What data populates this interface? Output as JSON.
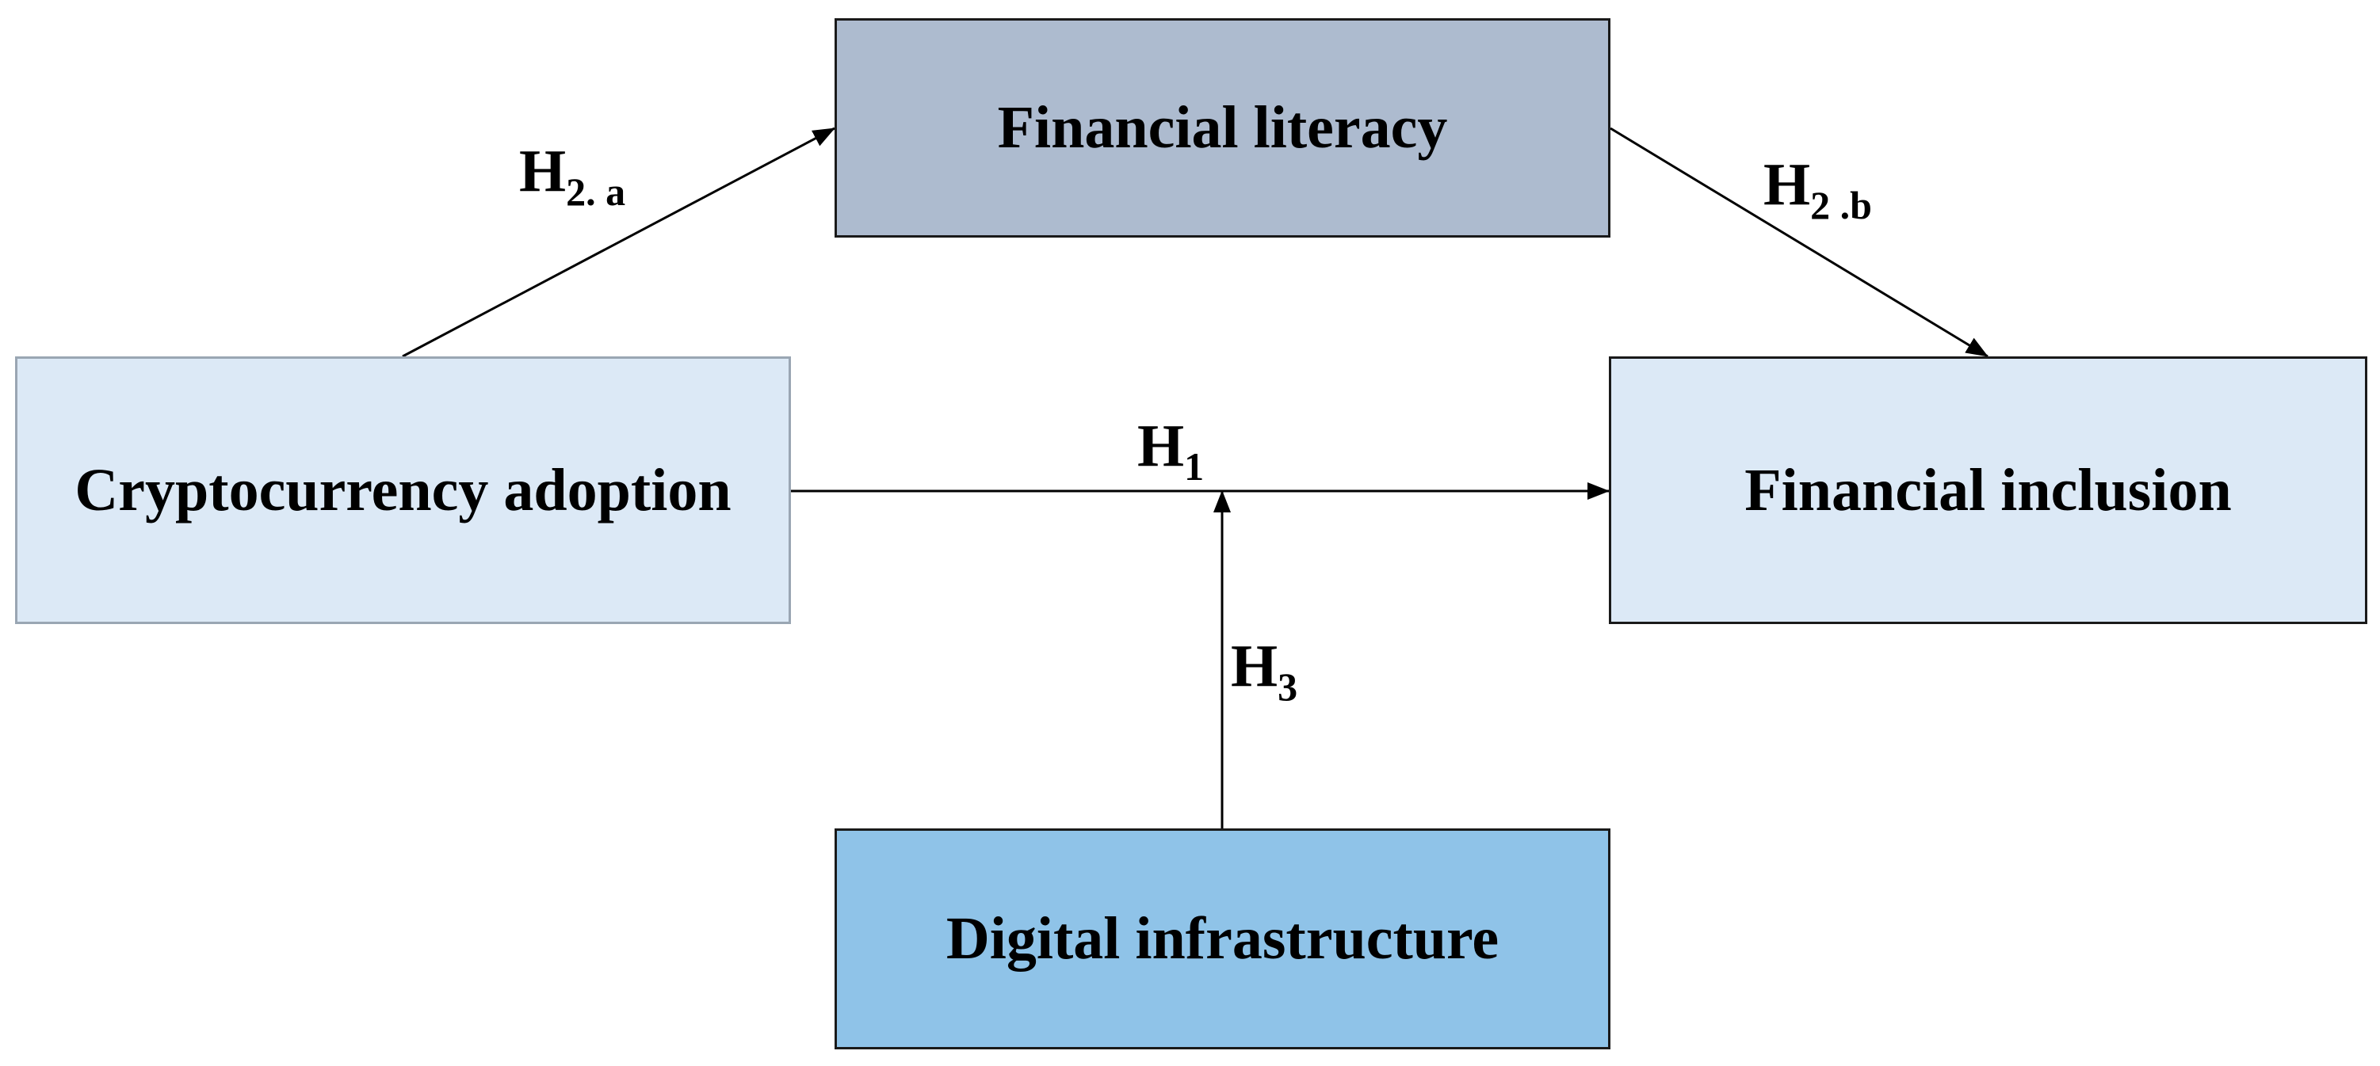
{
  "boxes": {
    "financial_literacy": {
      "label": "Financial literacy",
      "fill": "#adbbcf"
    },
    "cryptocurrency_adoption": {
      "label": "Cryptocurrency adoption",
      "fill": "#dce9f6"
    },
    "financial_inclusion": {
      "label": "Financial inclusion",
      "fill": "#dce9f6"
    },
    "digital_infrastructure": {
      "label": "Digital infrastructure",
      "fill": "#8fc3e8"
    }
  },
  "hypotheses": {
    "h2a": {
      "main": "H",
      "sub": "2. a"
    },
    "h2b": {
      "main": "H",
      "sub": "2 .b"
    },
    "h1": {
      "main": "H",
      "sub": "1"
    },
    "h3": {
      "main": "H",
      "sub": "3"
    }
  },
  "colors": {
    "arrow": "#000000"
  }
}
